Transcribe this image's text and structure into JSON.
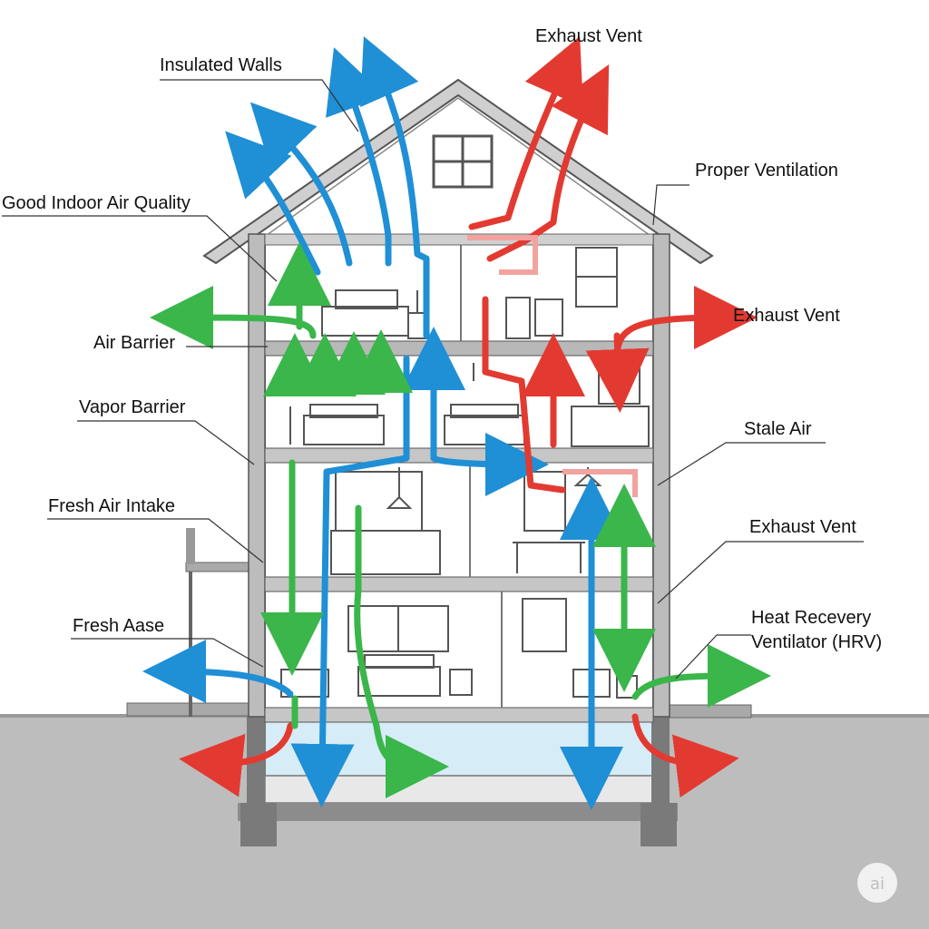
{
  "labels": {
    "insulated_walls": "Insulated Walls",
    "good_indoor_air_quality": "Good Indoor Air Quality",
    "air_barrier": "Air Barrier",
    "vapor_barrier": "Vapor Barrier",
    "fresh_air_intake": "Fresh Air Intake",
    "fresh_aase": "Fresh Aase",
    "exhaust_vent_top": "Exhaust Vent",
    "proper_ventilation": "Proper Ventilation",
    "exhaust_vent_upper": "Exhaust Vent",
    "stale_air": "Stale Air",
    "exhaust_vent_lower": "Exhaust Vent",
    "hrv_line1": "Heat Recevery",
    "hrv_line2": "Ventilator (HRV)"
  },
  "watermark": "ai",
  "colors": {
    "blue_flow": "#1f8fd6",
    "red_flow": "#e23a31",
    "green_flow": "#3ab64a",
    "house_line": "#555555",
    "ground": "#bdbdbd",
    "water": "#d6ecf7"
  }
}
